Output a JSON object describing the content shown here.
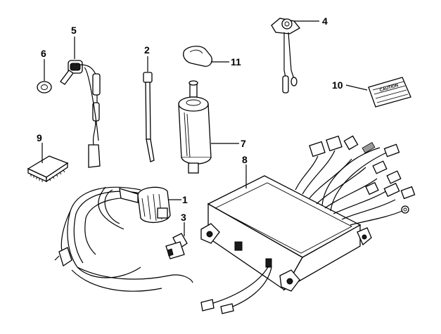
{
  "callouts": {
    "c1": "1",
    "c2": "2",
    "c3": "3",
    "c4": "4",
    "c5": "5",
    "c6": "6",
    "c7": "7",
    "c8": "8",
    "c9": "9",
    "c10": "10",
    "c11": "11"
  },
  "label": {
    "caution": "CAUTION"
  }
}
